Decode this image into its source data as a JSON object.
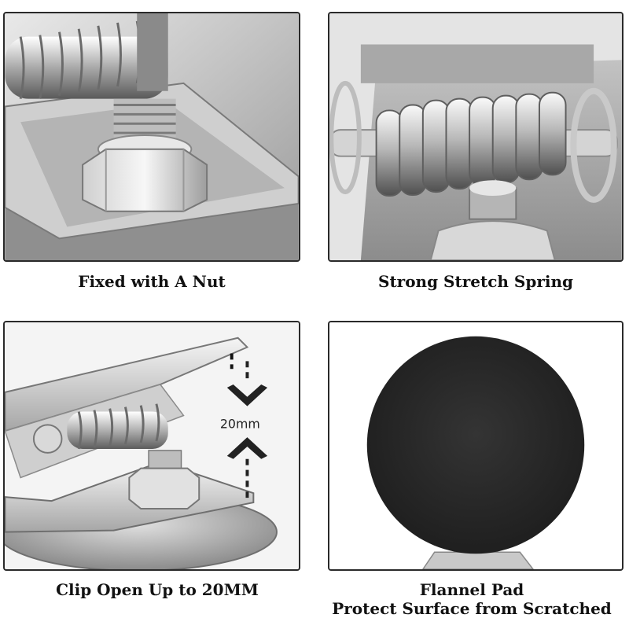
{
  "panels": [
    {
      "caption": "Fixed with A Nut"
    },
    {
      "caption": "Strong Stretch Spring"
    },
    {
      "caption": "Clip Open Up to 20MM",
      "dimension_label": "20mm"
    },
    {
      "caption_line1": "Flannel Pad",
      "caption_line2": "Protect Surface from Scratched"
    }
  ],
  "colors": {
    "metal_light": "#f2f2f2",
    "metal_mid": "#bdbdbd",
    "metal_dark": "#6e6e6e",
    "pad": "#2b2b2b",
    "border": "#2a2a2a"
  }
}
